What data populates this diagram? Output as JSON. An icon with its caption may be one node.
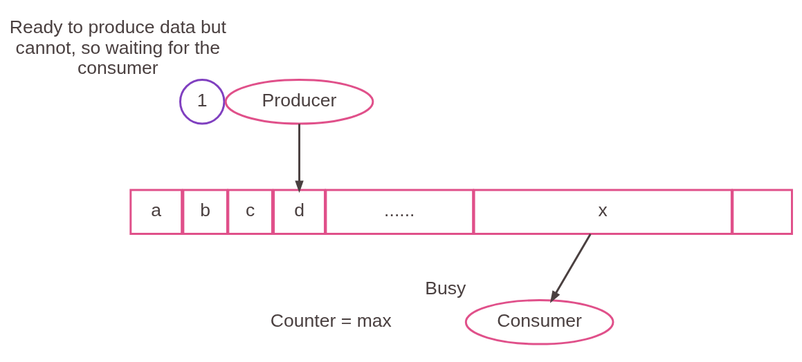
{
  "diagram": {
    "nodes": [
      {
        "text": [
          "1"
        ]
      },
      {
        "text": [
          "Producer"
        ],
        "beside": [
          "Ready to produce data but cannot, so waiting for the consumer"
        ]
      },
      {
        "text": [
          "a"
        ]
      },
      {
        "text": [
          "b"
        ]
      },
      {
        "text": [
          "c"
        ]
      },
      {
        "text": [
          "d"
        ]
      },
      {
        "text": [
          "......"
        ]
      },
      {
        "text": [
          "x"
        ]
      },
      {
        "text": [],
        "shape": "box"
      },
      {
        "text": [
          "Consumer"
        ],
        "beside": [
          "Busy"
        ]
      }
    ],
    "edges": [
      {
        "from": 1,
        "to": 5,
        "arrow": "to"
      },
      {
        "from": 7,
        "to": 9,
        "arrow": "to"
      }
    ],
    "labels": [
      "Counter = max"
    ]
  }
}
